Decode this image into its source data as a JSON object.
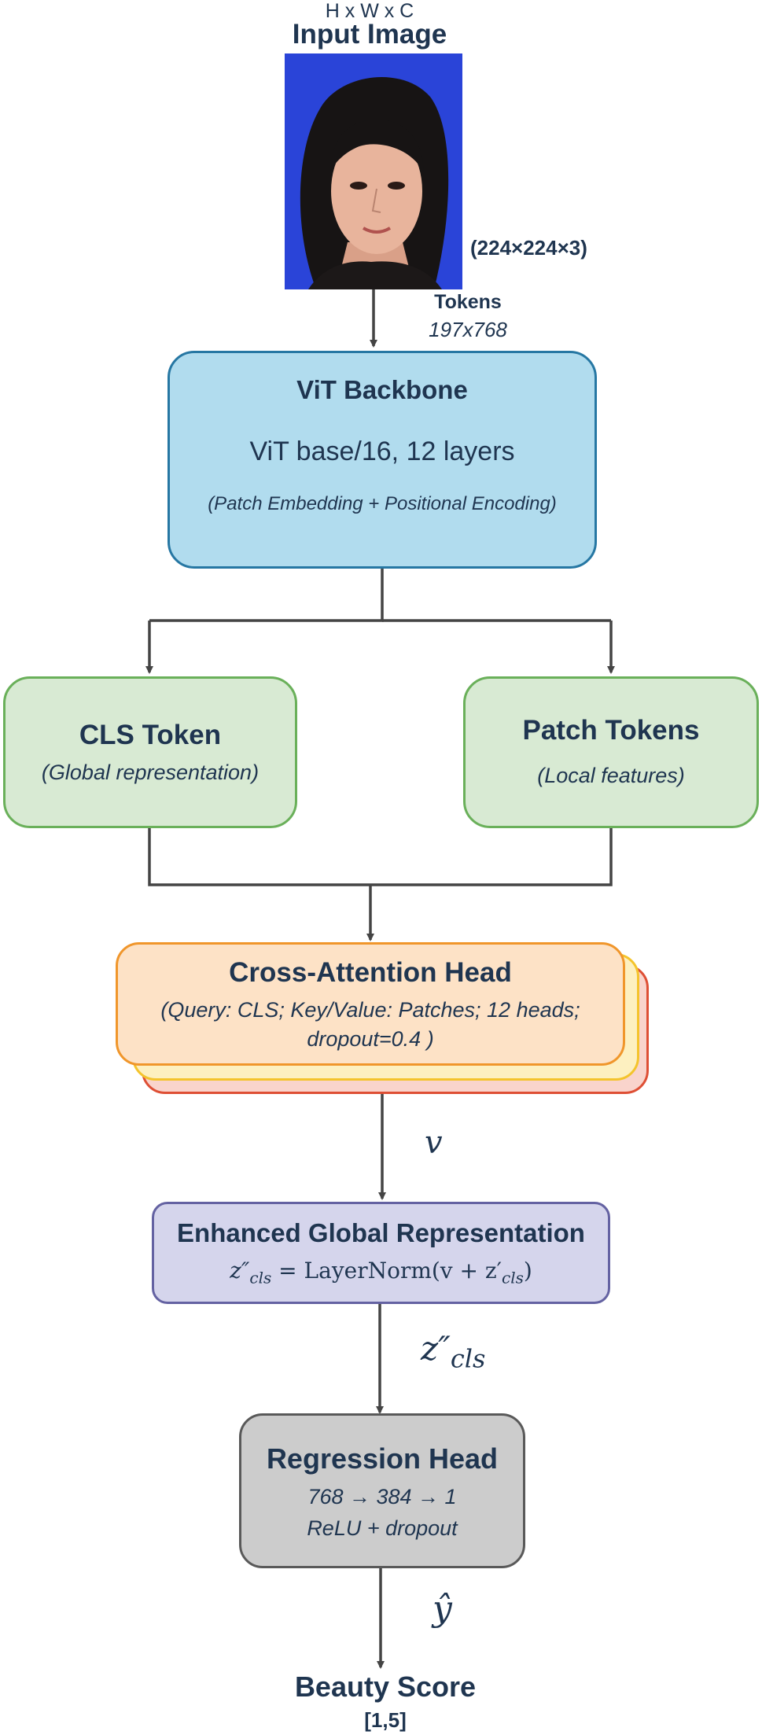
{
  "input": {
    "dims_label": "H x W x C",
    "title": "Input Image",
    "size_label": "(224×224×3)",
    "tokens_label": "Tokens",
    "tokens_shape": "197x768"
  },
  "vit": {
    "title": "ViT Backbone",
    "subtitle": "ViT base/16, 12 layers",
    "note": "(Patch Embedding + Positional Encoding)"
  },
  "cls": {
    "title": "CLS Token",
    "note": "(Global representation)"
  },
  "patch": {
    "title": "Patch Tokens",
    "note": "(Local features)"
  },
  "cross": {
    "title": "Cross-Attention Head",
    "note_line1": "(Query: CLS; Key/Value: Patches; 12 heads;",
    "note_line2": "dropout=0.4 )"
  },
  "arrow_labels": {
    "v": "v",
    "zcls": "z″",
    "zcls_sub": "cls",
    "yhat": "ŷ"
  },
  "enhanced": {
    "title": "Enhanced Global Representation",
    "formula_lhs": "z″",
    "formula_lhs_sub": "cls",
    "formula_rhs": "= LayerNorm(v + z′",
    "formula_rhs_sub": "cls",
    "formula_close": ")"
  },
  "regression": {
    "title": "Regression Head",
    "line1": "768 → 384 → 1",
    "line2": "ReLU + dropout"
  },
  "output": {
    "title": "Beauty Score",
    "range": "[1,5]"
  },
  "colors": {
    "vit_fill": "#b1dcee",
    "vit_border": "#2677a3",
    "green_fill": "#d8ead3",
    "green_border": "#6ab05a",
    "orange_fill": "#fde2c6",
    "orange_border": "#f0962b",
    "yellow_fill": "#fdf0c0",
    "yellow_border": "#f4c42c",
    "red_fill": "#f9d4cc",
    "red_border": "#de4f35",
    "purple_fill": "#d5d5ec",
    "purple_border": "#6462a2",
    "gray_fill": "#cccccc",
    "gray_border": "#595959",
    "text": "#1f3550",
    "line": "#444444"
  }
}
